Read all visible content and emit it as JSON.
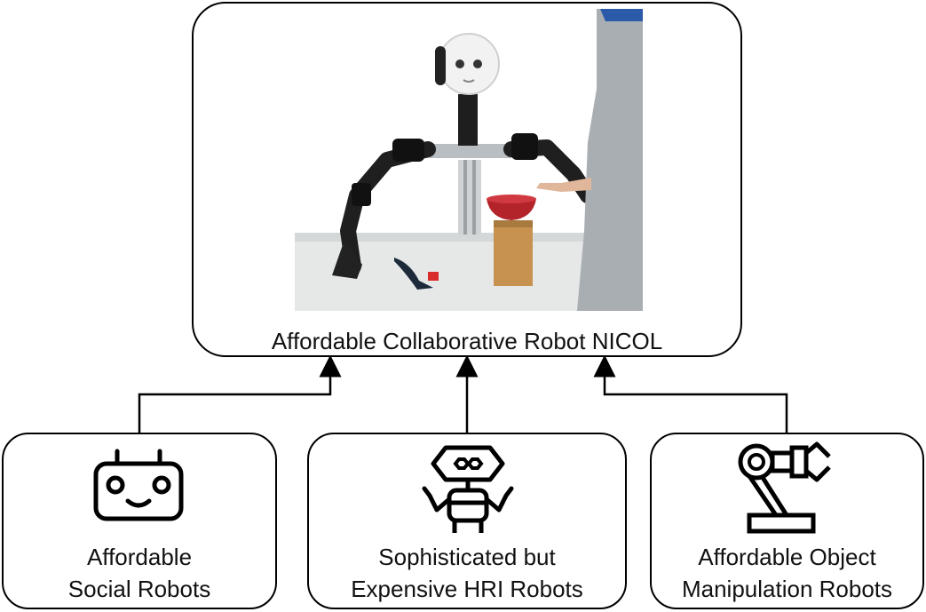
{
  "diagram": {
    "top": {
      "label": "Affordable Collaborative Robot NICOL",
      "photo_icon": "nicol-robot-photo"
    },
    "sources": [
      {
        "line1": "Affordable",
        "line2": "Social Robots",
        "icon": "social-robot-face-icon"
      },
      {
        "line1": "Sophisticated but",
        "line2": "Expensive HRI Robots",
        "icon": "humanoid-robot-icon"
      },
      {
        "line1": "Affordable Object",
        "line2": "Manipulation Robots",
        "icon": "robot-arm-icon"
      }
    ],
    "colors": {
      "stroke": "#000000",
      "background": "#ffffff"
    }
  }
}
